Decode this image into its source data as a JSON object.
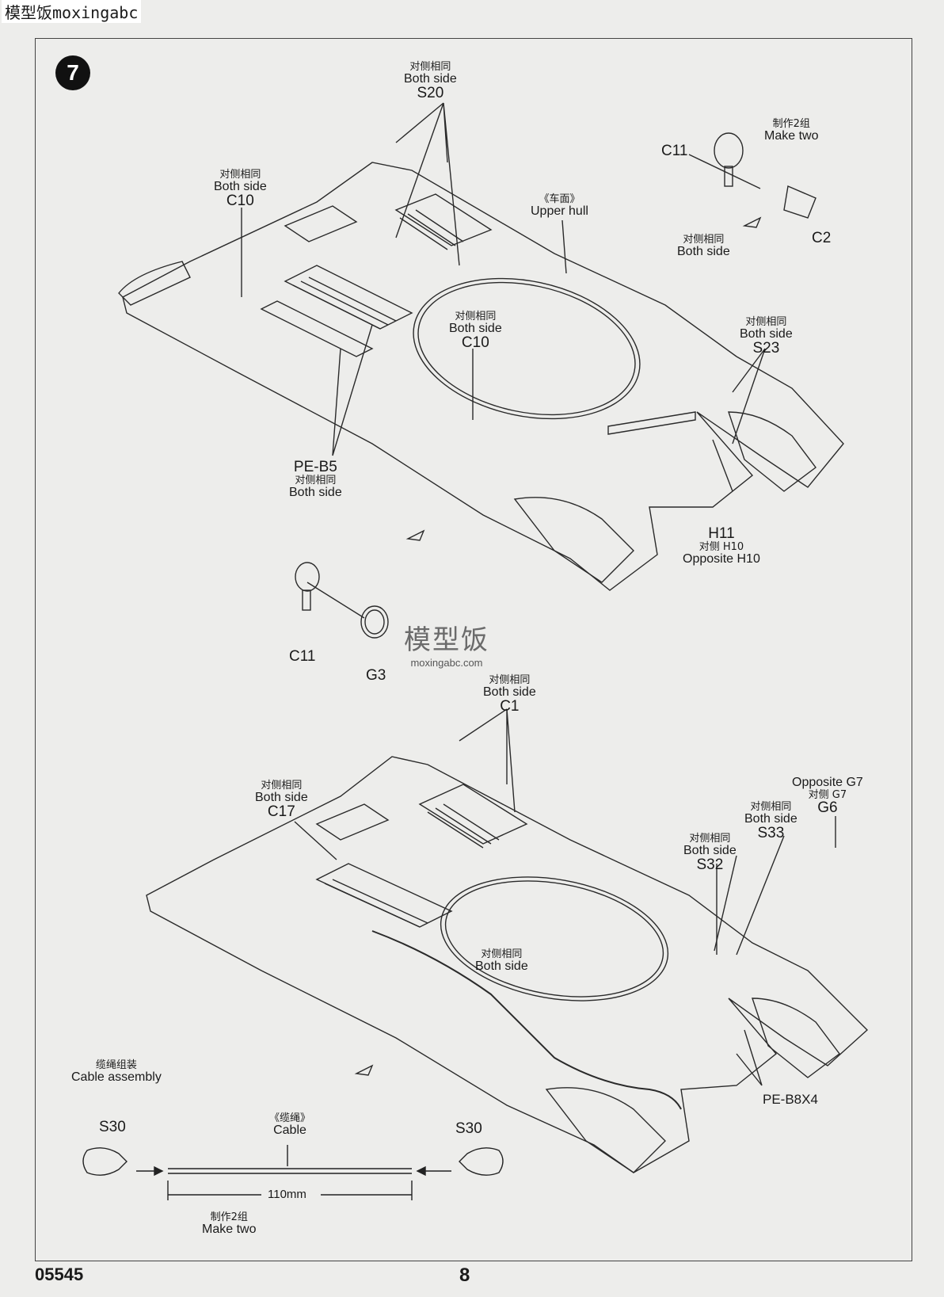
{
  "watermark": {
    "top_left": "模型饭moxingabc",
    "center_cn": "模型饭",
    "center_url": "moxingabc.com"
  },
  "step_number": "7",
  "upper": {
    "s20": {
      "cn": "对侧相同",
      "en": "Both side",
      "part": "S20"
    },
    "c10_left": {
      "cn": "对侧相同",
      "en": "Both side",
      "part": "C10"
    },
    "upper_hull": {
      "cn": "《车面》",
      "en": "Upper hull"
    },
    "make_two": {
      "cn": "制作2组",
      "en": "Make two"
    },
    "c11_top": "C11",
    "c2": "C2",
    "both_side_mid": {
      "cn": "对侧相同",
      "en": "Both side"
    },
    "c10_mid": {
      "cn": "对侧相同",
      "en": "Both side",
      "part": "C10"
    },
    "s23": {
      "cn": "对侧相同",
      "en": "Both side",
      "part": "S23"
    },
    "pe_b5": {
      "part": "PE-B5",
      "cn": "对侧相同",
      "en": "Both side"
    },
    "h11": {
      "part": "H11",
      "cn": "对侧 H10",
      "en": "Opposite H10"
    },
    "c11_bottom": "C11",
    "g3": "G3"
  },
  "lower": {
    "c1": {
      "cn": "对侧相同",
      "en": "Both side",
      "part": "C1"
    },
    "c17": {
      "cn": "对侧相同",
      "en": "Both side",
      "part": "C17"
    },
    "g6": {
      "en": "Opposite G7",
      "cn": "对侧  G7",
      "part": "G6"
    },
    "s33": {
      "cn": "对侧相同",
      "en": "Both side",
      "part": "S33"
    },
    "s32": {
      "cn": "对侧相同",
      "en": "Both side",
      "part": "S32"
    },
    "both_side_lower": {
      "cn": "对侧相同",
      "en": "Both side"
    },
    "pe_b8": "PE-B8X4"
  },
  "cable": {
    "assembly_cn": "缆绳组装",
    "assembly_en": "Cable assembly",
    "s30_left": "S30",
    "s30_right": "S30",
    "cable_cn": "《缆绳》",
    "cable_en": "Cable",
    "length": "110mm",
    "make_two_cn": "制作2组",
    "make_two_en": "Make two"
  },
  "footer": {
    "code": "05545",
    "page": "8"
  }
}
